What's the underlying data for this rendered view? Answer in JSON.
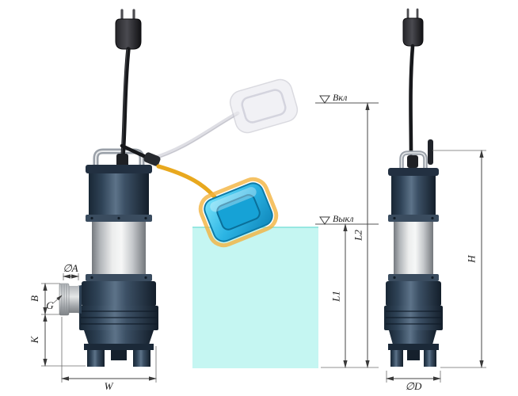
{
  "labels": {
    "dia_a": "∅A",
    "b": "B",
    "g": "G",
    "k": "K",
    "w": "W",
    "on": "Вкл",
    "off": "Выкл",
    "l1": "L1",
    "l2": "L2",
    "h": "H",
    "dia_d": "∅D"
  },
  "colors": {
    "water": "#b5f4ee",
    "float_body": "#2db4e2",
    "float_glow": "#f2b33e",
    "float_cable": "#e8a81e",
    "pump_body": "#2c3e52",
    "steel": "#d9dbdd",
    "dimension_line": "#454545"
  }
}
